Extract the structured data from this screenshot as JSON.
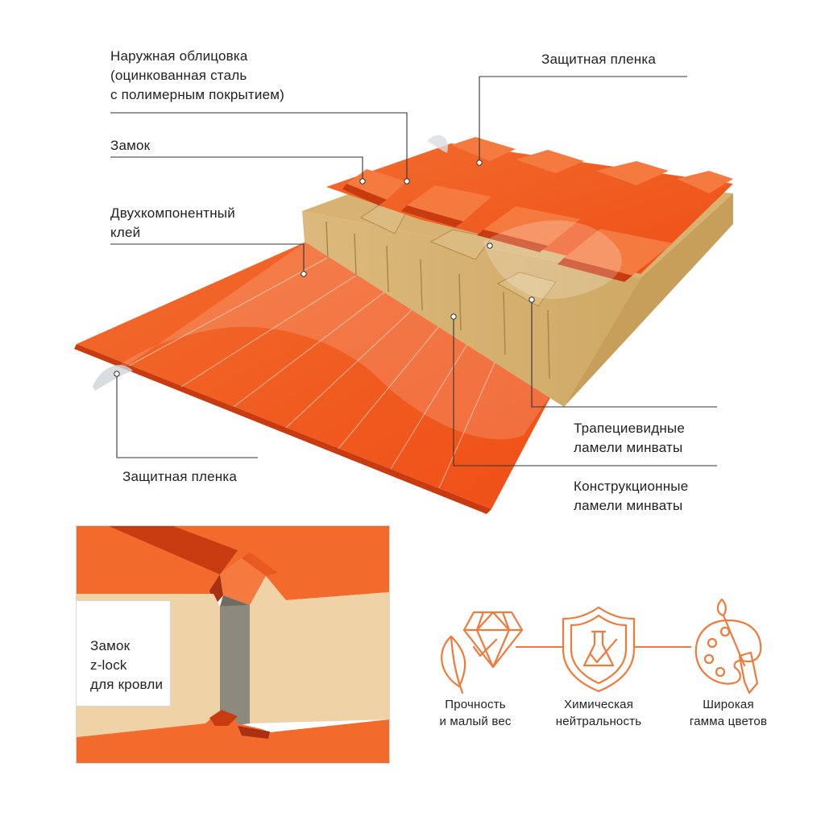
{
  "labels": {
    "outer_facing": [
      "Наружная облицовка",
      "(оцинкованная сталь",
      "с полимерным покрытием)"
    ],
    "protective_film_top": [
      "Защитная пленка"
    ],
    "lock": [
      "Замок"
    ],
    "adhesive": [
      "Двухкомпонентный",
      "клей"
    ],
    "protective_film_bottom": [
      "Защитная пленка"
    ],
    "trapezoid_lamellae": [
      "Трапециевидные",
      "ламели минваты"
    ],
    "structural_lamellae": [
      "Конструкционные",
      "ламели минваты"
    ]
  },
  "inset": {
    "caption": [
      "Замок",
      "z-lock",
      "для кровли"
    ]
  },
  "features": [
    {
      "icon": "diamond-feather-icon",
      "lines": [
        "Прочность",
        "и малый вес"
      ]
    },
    {
      "icon": "shield-flask-icon",
      "lines": [
        "Химическая",
        "нейтральность"
      ]
    },
    {
      "icon": "palette-brush-icon",
      "lines": [
        "Широкая",
        "гамма цветов"
      ]
    }
  ],
  "colors": {
    "steel_orange": "#f2541b",
    "steel_shadow": "#c83a10",
    "steel_dark": "#a93012",
    "mineral_wool": "#d9b679",
    "mineral_wool_dark": "#b8924f",
    "icon_orange": "#f07a3a",
    "leader_line": "#333333",
    "inset_cream": "#efd3a6"
  }
}
